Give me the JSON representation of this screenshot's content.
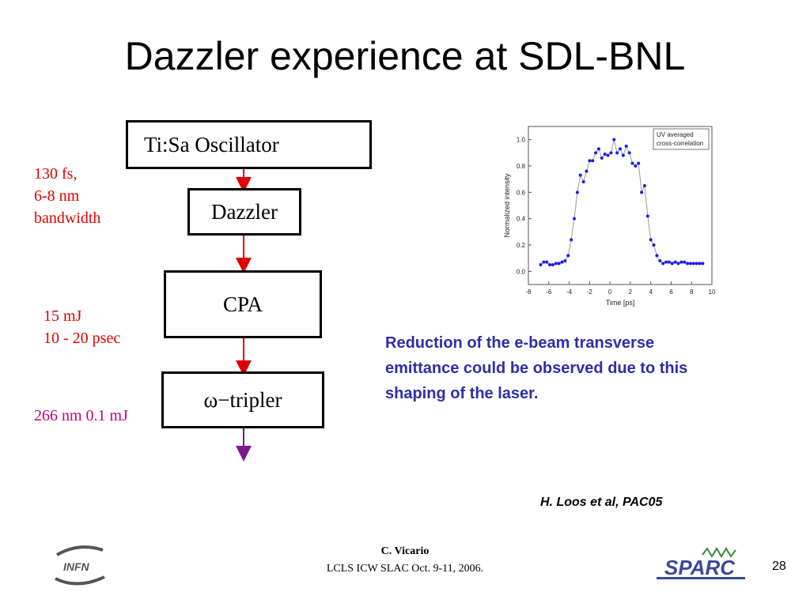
{
  "title": "Dazzler experience at SDL-BNL",
  "diagram": {
    "boxes": {
      "oscillator": "Ti:Sa Oscillator",
      "dazzler": "Dazzler",
      "cpa": "CPA",
      "tripler": "ω−tripler"
    },
    "annotations": {
      "osc_line1": "130 fs,",
      "osc_line2": "6-8 nm",
      "osc_line3": "bandwidth",
      "cpa_line1": "15 mJ",
      "cpa_line2": "10 - 20 psec",
      "tripler_out": "266 nm 0.1 mJ"
    },
    "colors": {
      "red_arrow": "#e00000",
      "purple_arrow": "#7a1a8a"
    }
  },
  "chart_data": {
    "type": "scatter",
    "xlabel": "Time [ps]",
    "ylabel": "Normalized intensity",
    "xlim": [
      -8,
      10
    ],
    "ylim": [
      -0.1,
      1.1
    ],
    "xticks": [
      "-8",
      "-6",
      "-4",
      "-2",
      "0",
      "2",
      "4",
      "6",
      "8",
      "10"
    ],
    "yticks": [
      "0.0",
      "0.2",
      "0.4",
      "0.6",
      "0.8",
      "1.0"
    ],
    "legend": "UV averaged\ncross-correlation",
    "legend_line1": "UV averaged",
    "legend_line2": "cross-correlation",
    "legend_position": "top-right",
    "series": [
      {
        "x": [
          -6.8,
          -6.5,
          -6.2,
          -5.9,
          -5.6,
          -5.3,
          -5.0,
          -4.7,
          -4.4,
          -4.1,
          -3.8,
          -3.5,
          -3.2,
          -2.9,
          -2.6,
          -2.3,
          -2.0,
          -1.7,
          -1.4,
          -1.1,
          -0.8,
          -0.5,
          -0.2,
          0.1,
          0.4,
          0.7,
          1.0,
          1.3,
          1.6,
          1.9,
          2.2,
          2.5,
          2.8,
          3.1,
          3.4,
          3.7,
          4.0,
          4.3,
          4.6,
          4.9,
          5.2,
          5.5,
          5.8,
          6.1,
          6.4,
          6.7,
          7.0,
          7.3,
          7.6,
          7.9,
          8.2,
          8.5,
          8.8,
          9.1
        ],
        "y": [
          0.05,
          0.07,
          0.07,
          0.05,
          0.05,
          0.06,
          0.06,
          0.07,
          0.08,
          0.12,
          0.24,
          0.4,
          0.6,
          0.73,
          0.68,
          0.76,
          0.84,
          0.84,
          0.9,
          0.93,
          0.86,
          0.89,
          0.88,
          0.9,
          1.0,
          0.9,
          0.93,
          0.88,
          0.95,
          0.9,
          0.82,
          0.8,
          0.82,
          0.6,
          0.65,
          0.42,
          0.24,
          0.2,
          0.12,
          0.08,
          0.06,
          0.07,
          0.07,
          0.06,
          0.07,
          0.06,
          0.07,
          0.07,
          0.06,
          0.06,
          0.06,
          0.06,
          0.06,
          0.06
        ]
      }
    ],
    "marker_color": "#1a1aee",
    "line_color": "#9a9a9a"
  },
  "note": {
    "line1": "Reduction of the e-beam transverse",
    "line2": "emittance could be observed due to this",
    "line3": "shaping of the laser."
  },
  "citation": "H. Loos et al, PAC05",
  "footer": {
    "author": "C. Vicario",
    "event": "LCLS ICW SLAC Oct. 9-11, 2006.",
    "page": "28",
    "left_logo_text": "INFN",
    "right_logo_text": "SPARC"
  }
}
